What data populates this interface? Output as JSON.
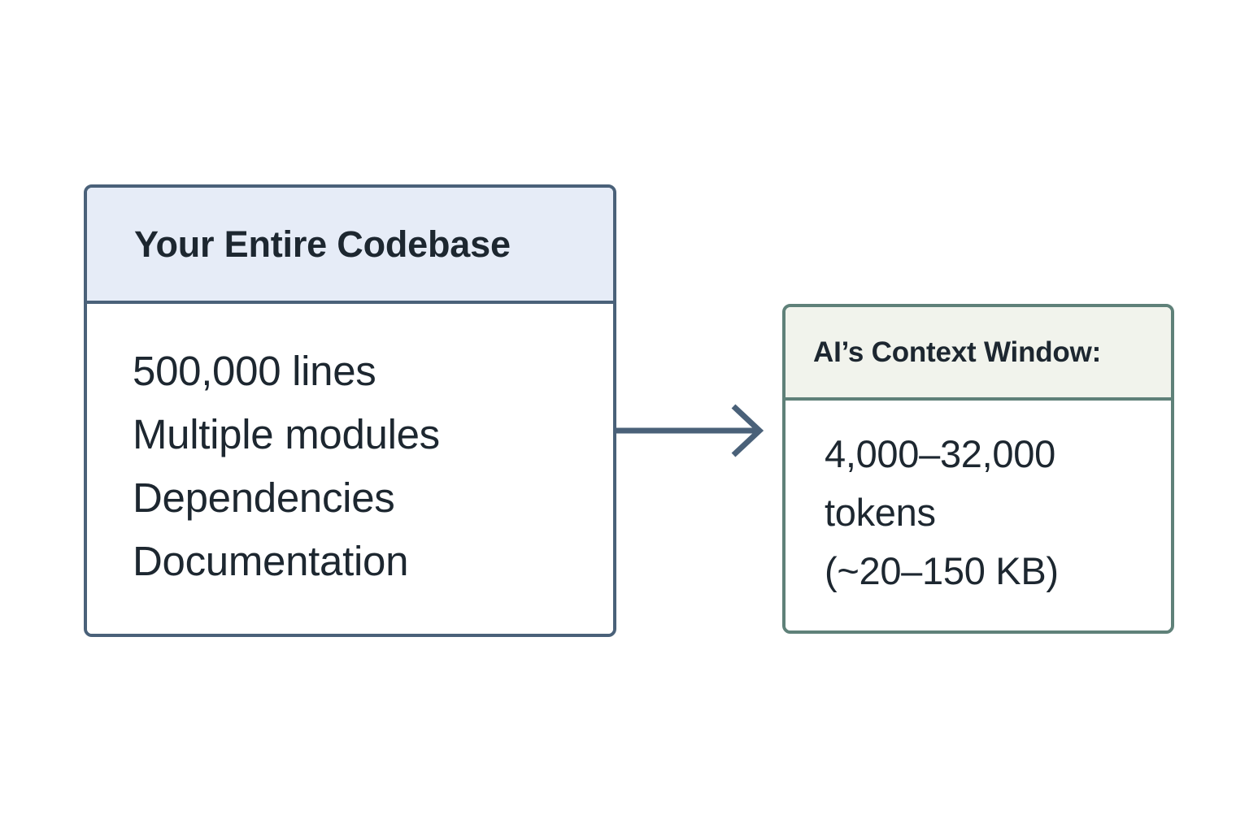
{
  "diagram": {
    "title": "Codebase to AI context window comparison",
    "background_color": "#ffffff",
    "nodes": [
      {
        "id": "codebase",
        "header": "Your Entire Codebase",
        "header_fill": "#e6ecf7",
        "border_color": "#4a6179",
        "text_color": "#1d2730",
        "lines": [
          "500,000 lines",
          "Multiple modules",
          "Dependencies",
          "Documentation"
        ]
      },
      {
        "id": "context",
        "header": "AI’s Context Window:",
        "header_fill": "#f1f3ec",
        "border_color": "#5f8179",
        "text_color": "#1d2730",
        "lines": [
          "4,000–32,000",
          "tokens",
          "(~20–150 KB)"
        ]
      }
    ],
    "connector": {
      "from": "codebase",
      "to": "context",
      "style": "solid-line-open-arrowhead",
      "color": "#4a6179",
      "label": ""
    }
  }
}
